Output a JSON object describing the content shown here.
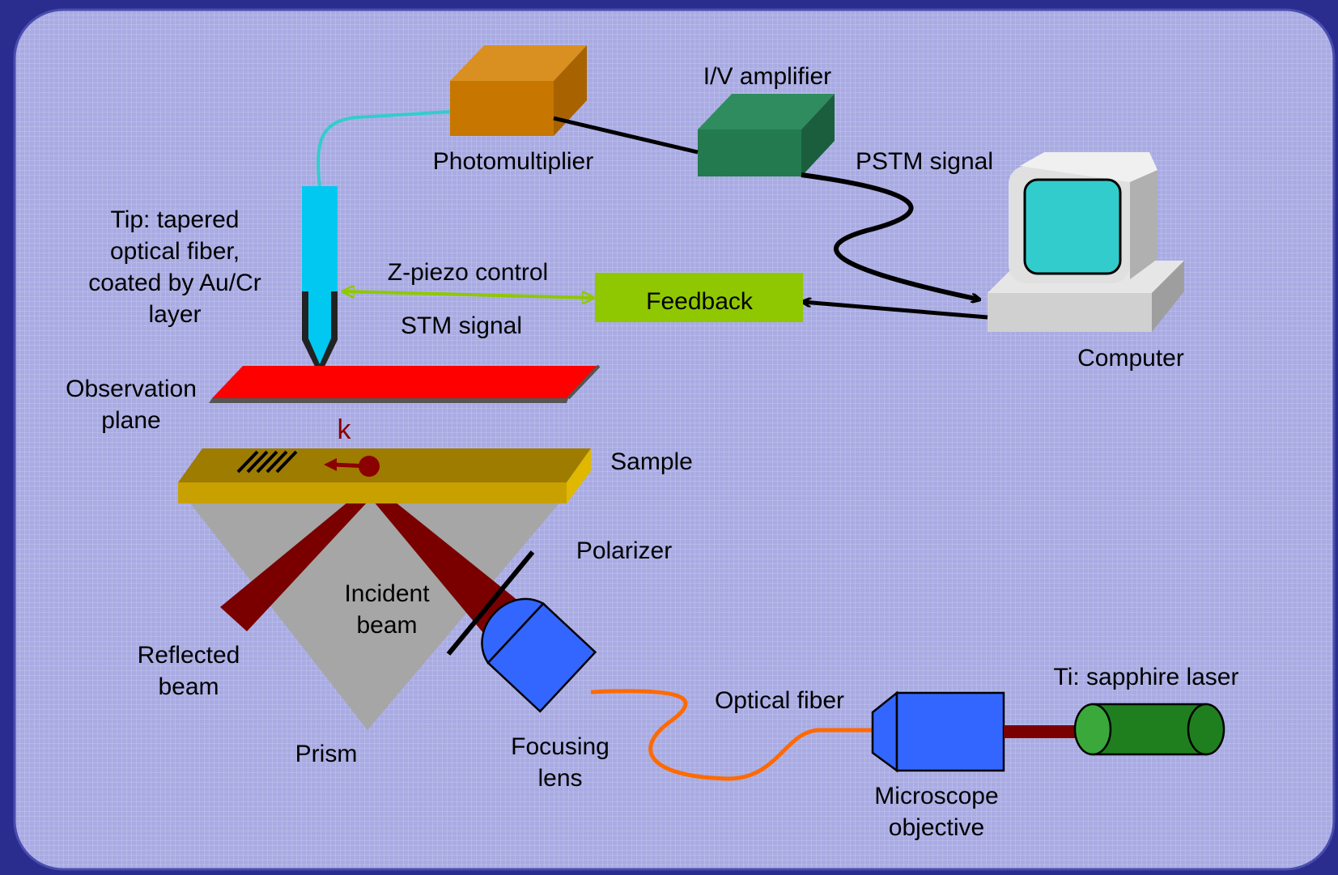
{
  "colors": {
    "frame": "#2a2d8e",
    "panel": "#a5a7df",
    "photomultiplier": "#c77700",
    "amplifier": "#237a4f",
    "feedback": "#8fc800",
    "fiber_tip": "#00c8f0",
    "observation_plane": "#ff0000",
    "sample": "#c8a000",
    "prism": "#a6a6a6",
    "beam": "#7a0000",
    "lens": "#3366ff",
    "optical_fiber": "#ff6a00",
    "laser": "#2f9e2f",
    "screen": "#33cccc",
    "z_piezo_line": "#8fc800"
  },
  "labels": {
    "iv_amplifier": "I/V amplifier",
    "photomultiplier": "Photomultiplier",
    "pstm_signal": "PSTM signal",
    "tip_line1": "Tip: tapered",
    "tip_line2": "optical fiber,",
    "tip_line3": "coated by Au/Cr",
    "tip_line4": "layer",
    "z_piezo": "Z-piezo control",
    "feedback": "Feedback",
    "stm_signal": "STM signal",
    "computer": "Computer",
    "observation_line1": "Observation",
    "observation_line2": "plane",
    "k": "k",
    "sample": "Sample",
    "polarizer": "Polarizer",
    "incident_line1": "Incident",
    "incident_line2": "beam",
    "reflected_line1": "Reflected",
    "reflected_line2": "beam",
    "prism": "Prism",
    "focusing_line1": "Focusing",
    "focusing_line2": "lens",
    "optical_fiber": "Optical fiber",
    "laser": "Ti: sapphire laser",
    "microscope_line1": "Microscope",
    "microscope_line2": "objective"
  },
  "icons": {
    "computer": "computer-icon",
    "photomultiplier": "box-3d-icon",
    "amplifier": "box-3d-icon",
    "laser": "cylinder-icon"
  }
}
